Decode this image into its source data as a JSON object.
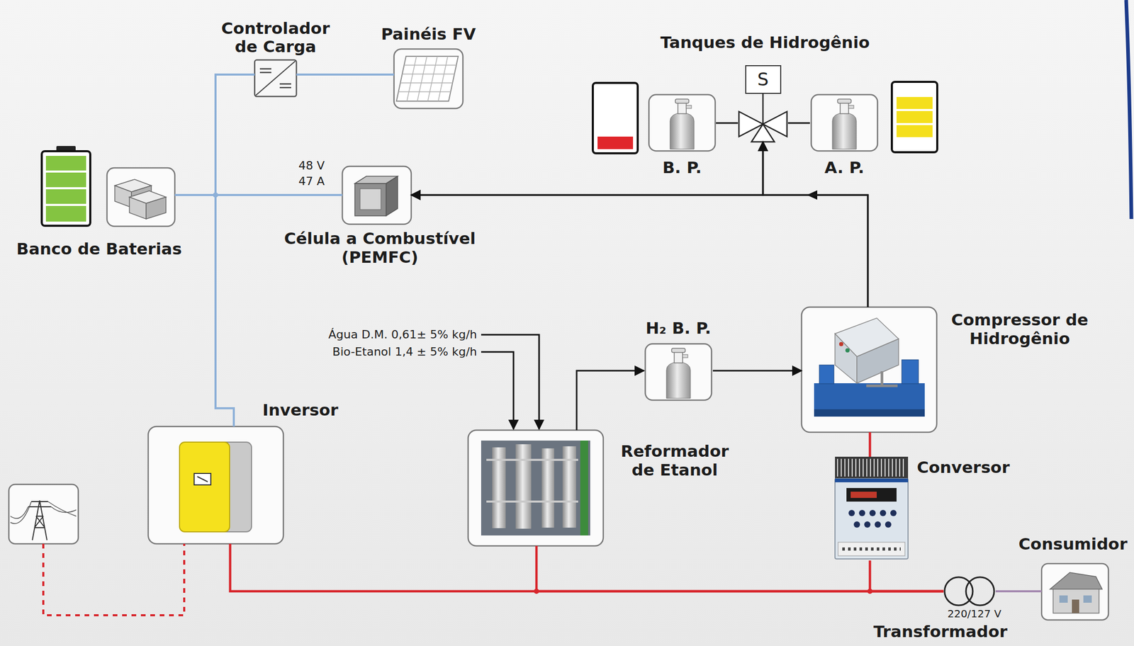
{
  "diagram": {
    "nodes": [
      {
        "text": [
          "Controlador de Carga"
        ]
      },
      {
        "text": [
          "Painéis FV"
        ]
      },
      {
        "text": [
          "B. P."
        ]
      },
      {
        "text": [
          "S"
        ]
      },
      {
        "text": [
          "A. P."
        ]
      },
      {
        "text": [
          "Banco de Baterias"
        ]
      },
      {
        "text": [
          "Célula a Combustível (PEMFC)"
        ]
      },
      {
        "text": [
          "H₂ B. P."
        ]
      },
      {
        "text": [
          "Compressor de Hidrogênio"
        ]
      },
      {
        "text": [
          "Inversor"
        ]
      },
      {
        "text": [
          "Reformador de Etanol"
        ]
      },
      {
        "text": [
          "Conversor"
        ]
      },
      {
        "text": [
          "Consumidor"
        ]
      },
      {
        "text": [
          "220/127 V",
          "Transformador"
        ]
      }
    ],
    "edges": [
      {
        "from": 1,
        "to": 0,
        "arrow": "none"
      },
      {
        "from": 0,
        "to": 5,
        "arrow": "none"
      },
      {
        "from": 0,
        "to": 9,
        "arrow": "none"
      },
      {
        "from": 6,
        "to": 5,
        "arrow": "none"
      },
      {
        "from": 2,
        "to": 3,
        "arrow": "none"
      },
      {
        "from": 3,
        "to": 4,
        "arrow": "none"
      },
      {
        "from": 3,
        "to": 6,
        "arrow": "both"
      },
      {
        "from": 8,
        "to": 6,
        "arrow": "to"
      },
      {
        "from": 8,
        "to": 3,
        "arrow": "to"
      },
      {
        "from": 10,
        "to": 7,
        "arrow": "to"
      },
      {
        "from": 7,
        "to": 8,
        "arrow": "to"
      },
      {
        "from": 8,
        "to": 11,
        "arrow": "none"
      },
      {
        "from": 9,
        "to": 13,
        "arrow": "none"
      },
      {
        "from": 10,
        "to": 13,
        "arrow": "none"
      },
      {
        "from": 11,
        "to": 13,
        "arrow": "none"
      },
      {
        "from": 13,
        "to": 12,
        "arrow": "none"
      }
    ],
    "labels": [
      "Tanques de Hidrogênio",
      "48 V",
      "47 A",
      "Água D.M. 0,61± 5% kg/h",
      "Bio-Etanol 1,4 ± 5% kg/h"
    ]
  }
}
